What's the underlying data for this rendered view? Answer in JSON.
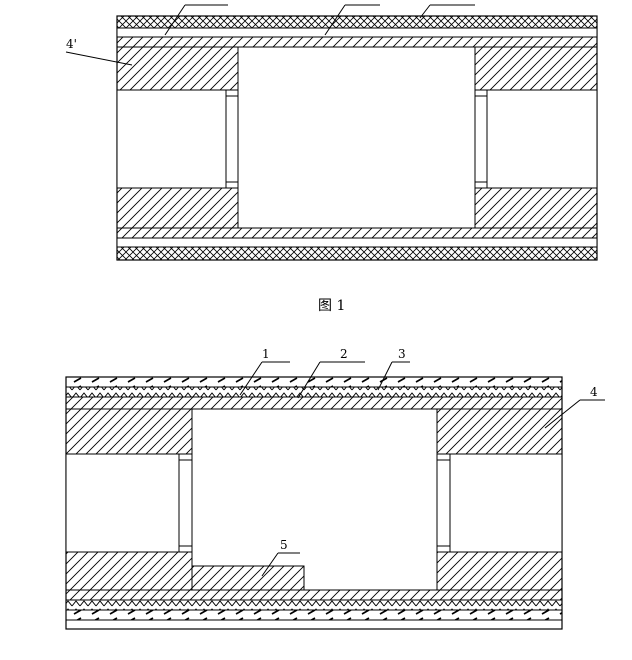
{
  "figure1": {
    "caption": "图 1",
    "labels": {
      "part_4prime": "4'"
    }
  },
  "figure2": {
    "labels": {
      "part_1": "1",
      "part_2": "2",
      "part_3": "3",
      "part_4": "4",
      "part_5": "5"
    }
  }
}
